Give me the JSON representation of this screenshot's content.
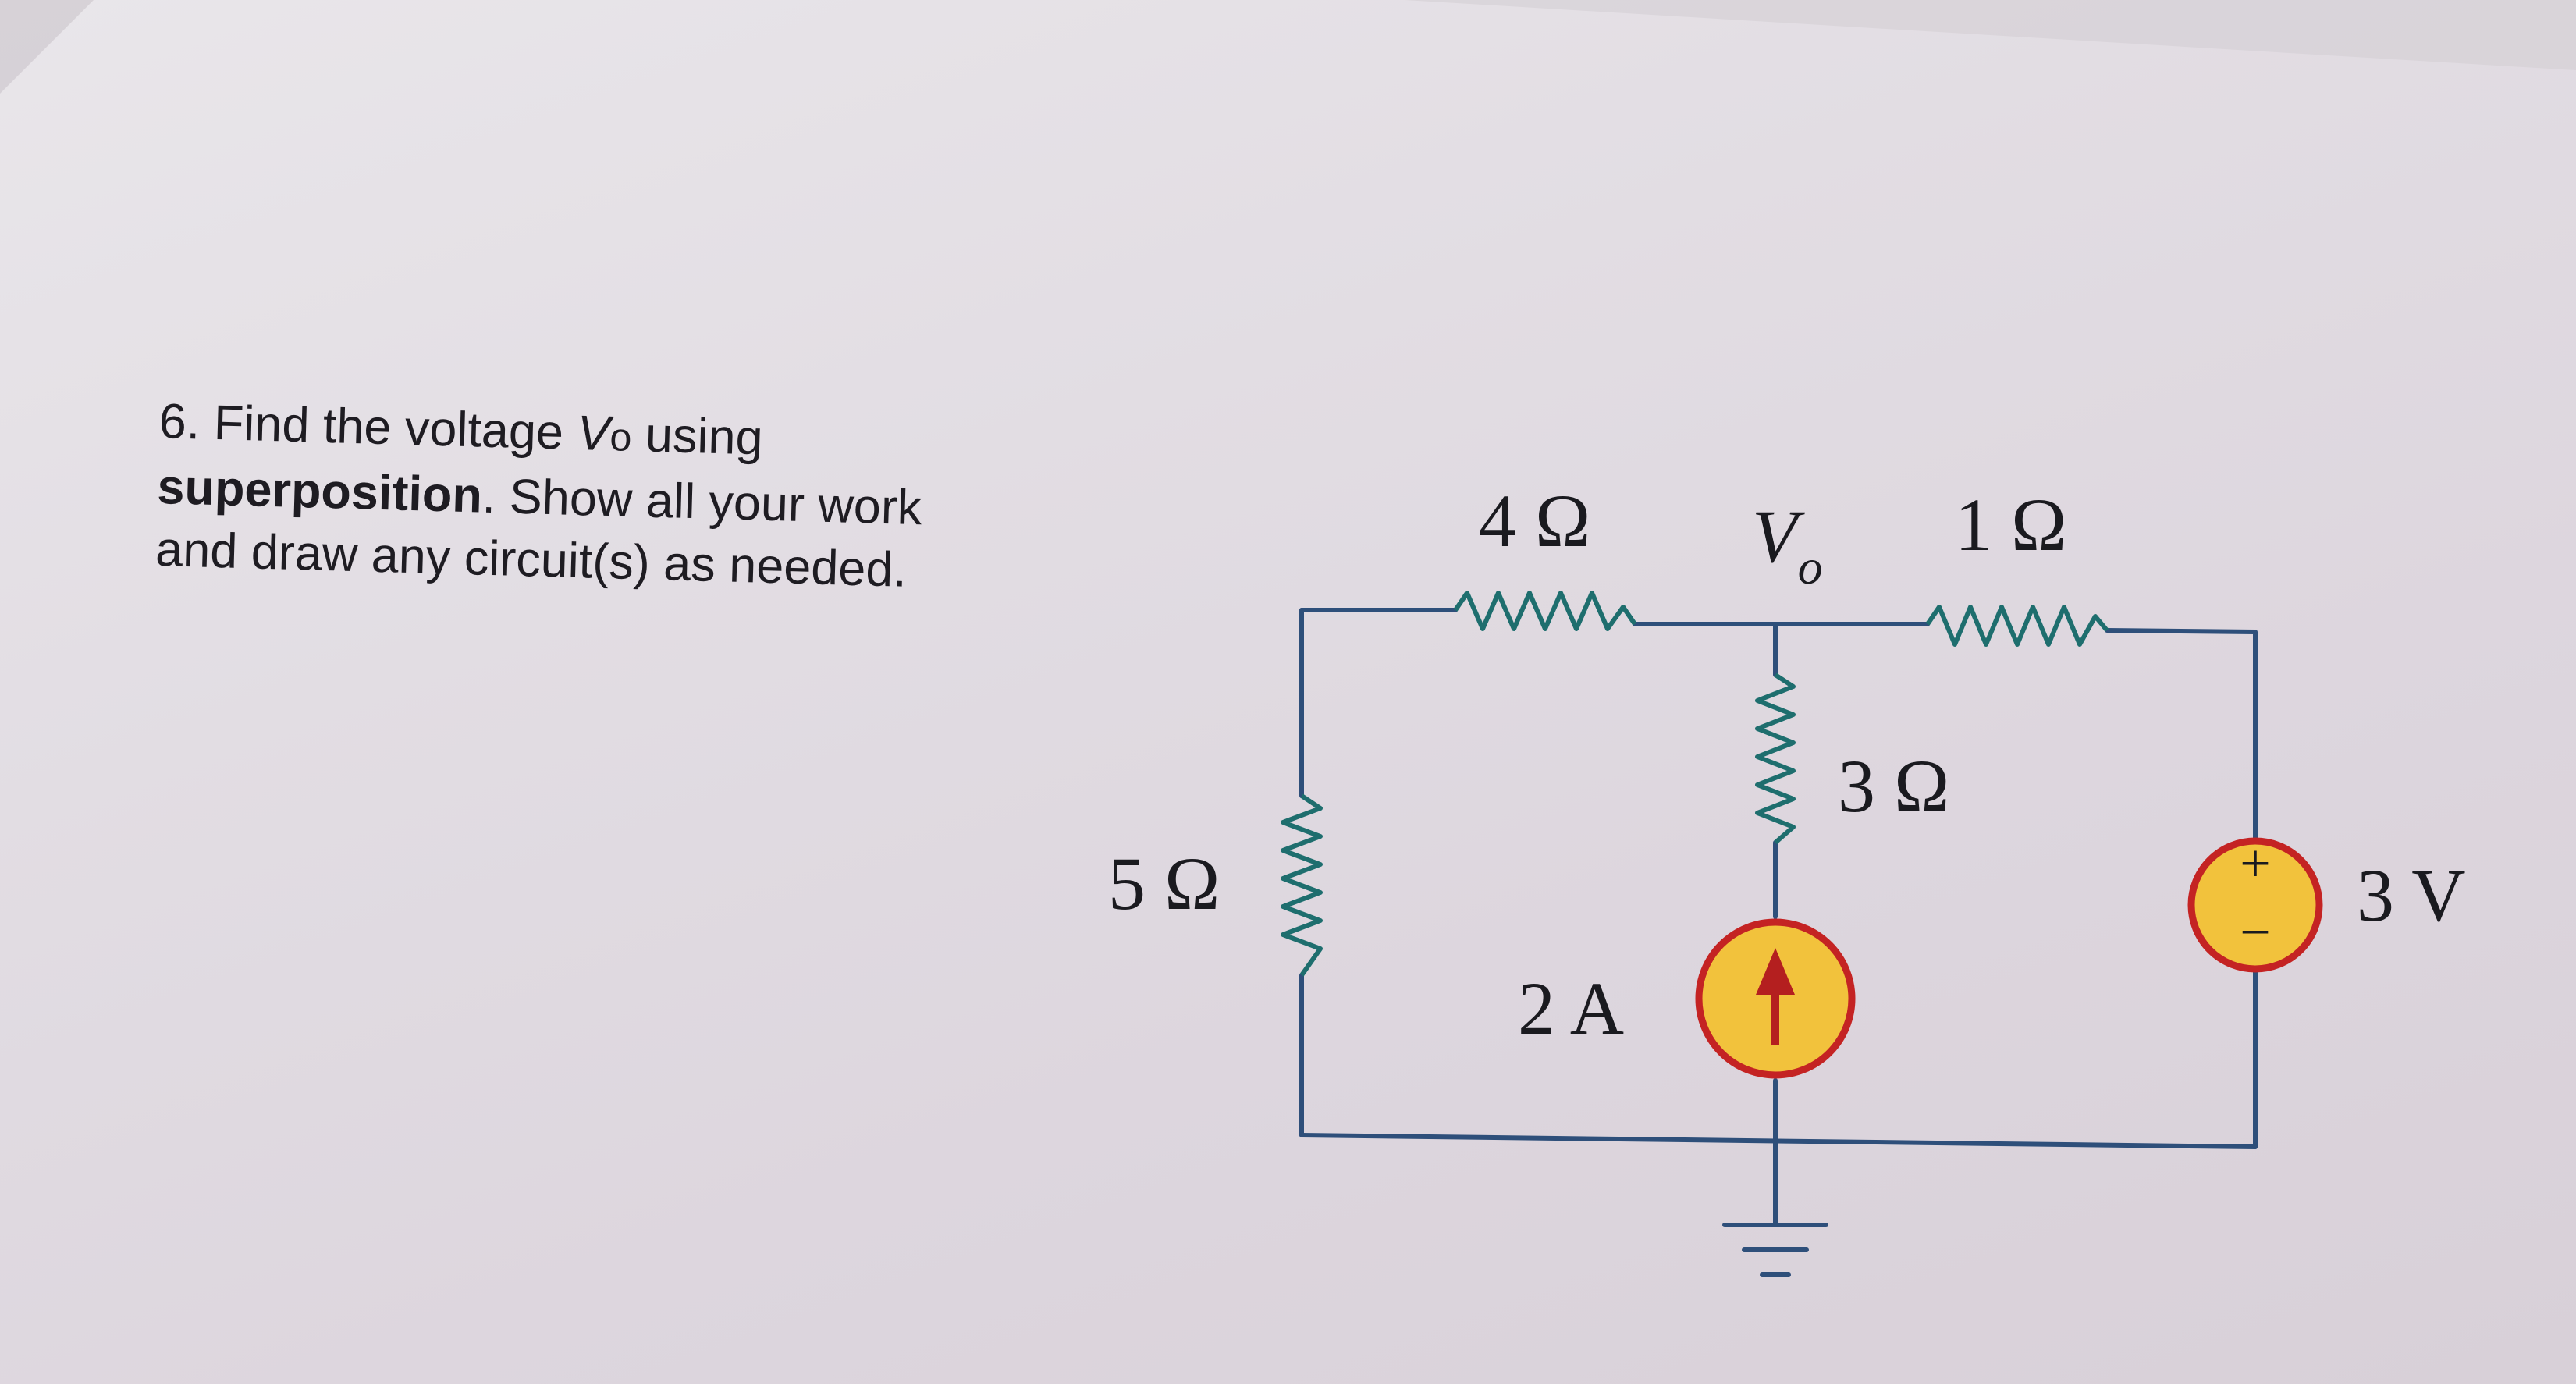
{
  "question": {
    "number": "6.",
    "line1_text": "Find the voltage ",
    "vo_symbol": "V",
    "vo_subscript": "o",
    "line1_end": " using",
    "bold_word": "superposition",
    "after_bold": ". Show all your work and draw any circuit(s) as needed."
  },
  "circuit": {
    "r_left_top": "4 Ω",
    "node_label": "V",
    "node_subscript": "o",
    "r_right_top": "1 Ω",
    "r_middle": "3 Ω",
    "r_left_vertical": "5 Ω",
    "current_source": "2 A",
    "voltage_source": "3 V",
    "plus_sign": "+",
    "minus_sign": "−",
    "colors": {
      "wire": "#2e4f7a",
      "resistor": "#1e6e6e",
      "source_fill": "#f2c23c",
      "source_ring": "#c42323",
      "arrow": "#b41f1f"
    }
  }
}
